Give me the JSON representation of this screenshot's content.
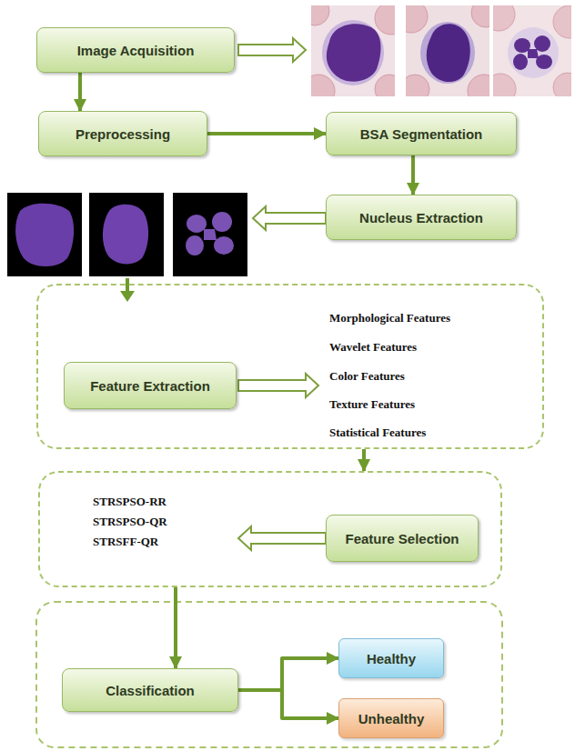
{
  "diagram": {
    "nodes": [
      {
        "text": [
          "Image Acquisition"
        ]
      },
      {
        "text": [
          "Preprocessing"
        ]
      },
      {
        "text": [
          "BSA Segmentation"
        ]
      },
      {
        "text": [
          "Nucleus Extraction"
        ]
      },
      {
        "text": [
          "Morphological Features",
          "Wavelet Features",
          "Color Features",
          "Texture Features",
          "Statistical Features"
        ]
      },
      {
        "text": [
          "Feature Extraction"
        ],
        "in": 4
      },
      {
        "text": [
          "STRSPSO-RR",
          "STRSPSO-QR",
          "STRSFF-QR"
        ]
      },
      {
        "text": [
          "Feature Selection"
        ],
        "in": 6
      },
      {
        "text": [
          "Classification"
        ]
      },
      {
        "text": [
          "Healthy"
        ]
      },
      {
        "text": [
          "Unhealthy"
        ]
      }
    ],
    "edges": [
      {
        "from": 0,
        "to": 1,
        "arrow": "to"
      },
      {
        "from": 1,
        "to": 2,
        "arrow": "to"
      },
      {
        "from": 2,
        "to": 3,
        "arrow": "to"
      },
      {
        "from": 4,
        "to": 6,
        "arrow": "to"
      },
      {
        "from": 6,
        "to": 8,
        "arrow": "to"
      },
      {
        "from": 8,
        "to": 9,
        "arrow": "to"
      },
      {
        "from": 8,
        "to": 10,
        "arrow": "to"
      }
    ]
  }
}
